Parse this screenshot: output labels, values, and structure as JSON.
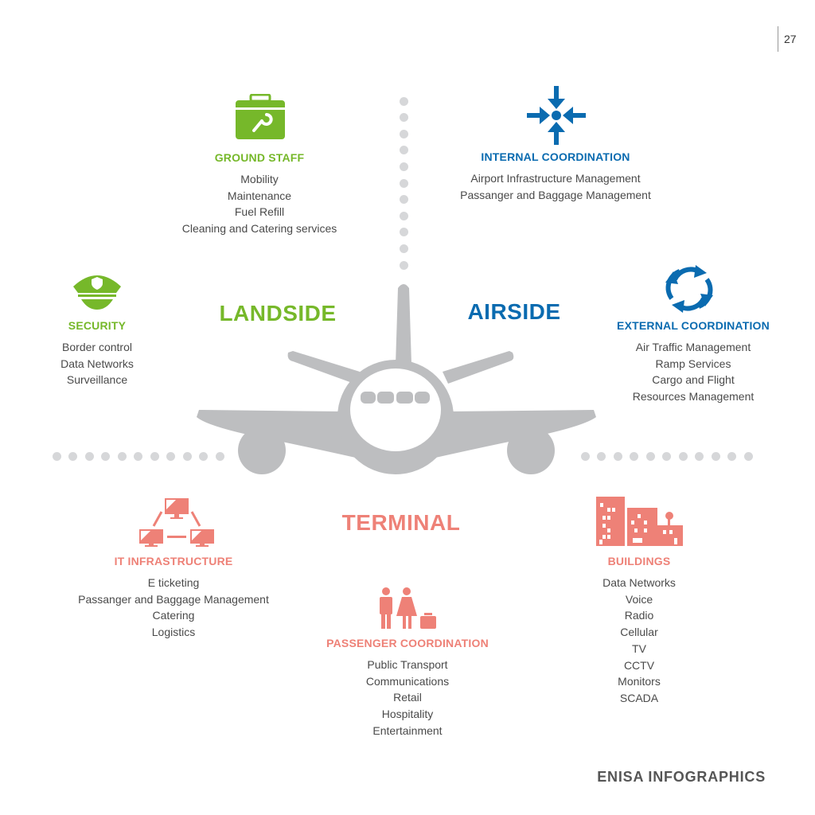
{
  "page_number": "27",
  "footer": "ENISA INFOGRAPHICS",
  "colors": {
    "landside": "#76b82a",
    "airside": "#0a6bb0",
    "terminal": "#ee8177",
    "plane": "#bdbec0"
  },
  "zones": {
    "landside": "LANDSIDE",
    "airside": "AIRSIDE",
    "terminal": "TERMINAL"
  },
  "sections": {
    "ground_staff": {
      "title": "GROUND STAFF",
      "icon": "toolbox-icon",
      "items": [
        "Mobility",
        "Maintenance",
        "Fuel Refill",
        "Cleaning and Catering services"
      ]
    },
    "internal_coordination": {
      "title": "INTERNAL COORDINATION",
      "icon": "converging-arrows-icon",
      "items": [
        "Airport Infrastructure Management",
        "Passanger and Baggage Management"
      ]
    },
    "security": {
      "title": "SECURITY",
      "icon": "police-cap-icon",
      "items": [
        "Border control",
        "Data Networks",
        "Surveillance"
      ]
    },
    "external_coordination": {
      "title": "EXTERNAL COORDINATION",
      "icon": "circular-arrows-icon",
      "items": [
        "Air Traffic Management",
        "Ramp Services",
        "Cargo and Flight",
        "Resources Management"
      ]
    },
    "it_infrastructure": {
      "title": "IT INFRASTRUCTURE",
      "icon": "network-computers-icon",
      "items": [
        "E ticketing",
        "Passanger and Baggage Management",
        "Catering",
        "Logistics"
      ]
    },
    "passenger_coordination": {
      "title": "PASSENGER COORDINATION",
      "icon": "passengers-icon",
      "items": [
        "Public Transport",
        "Communications",
        "Retail",
        "Hospitality",
        "Entertainment"
      ]
    },
    "buildings": {
      "title": "BUILDINGS",
      "icon": "buildings-icon",
      "items": [
        "Data Networks",
        "Voice",
        "Radio",
        "Cellular",
        "TV",
        "CCTV",
        "Monitors",
        "SCADA"
      ]
    }
  }
}
